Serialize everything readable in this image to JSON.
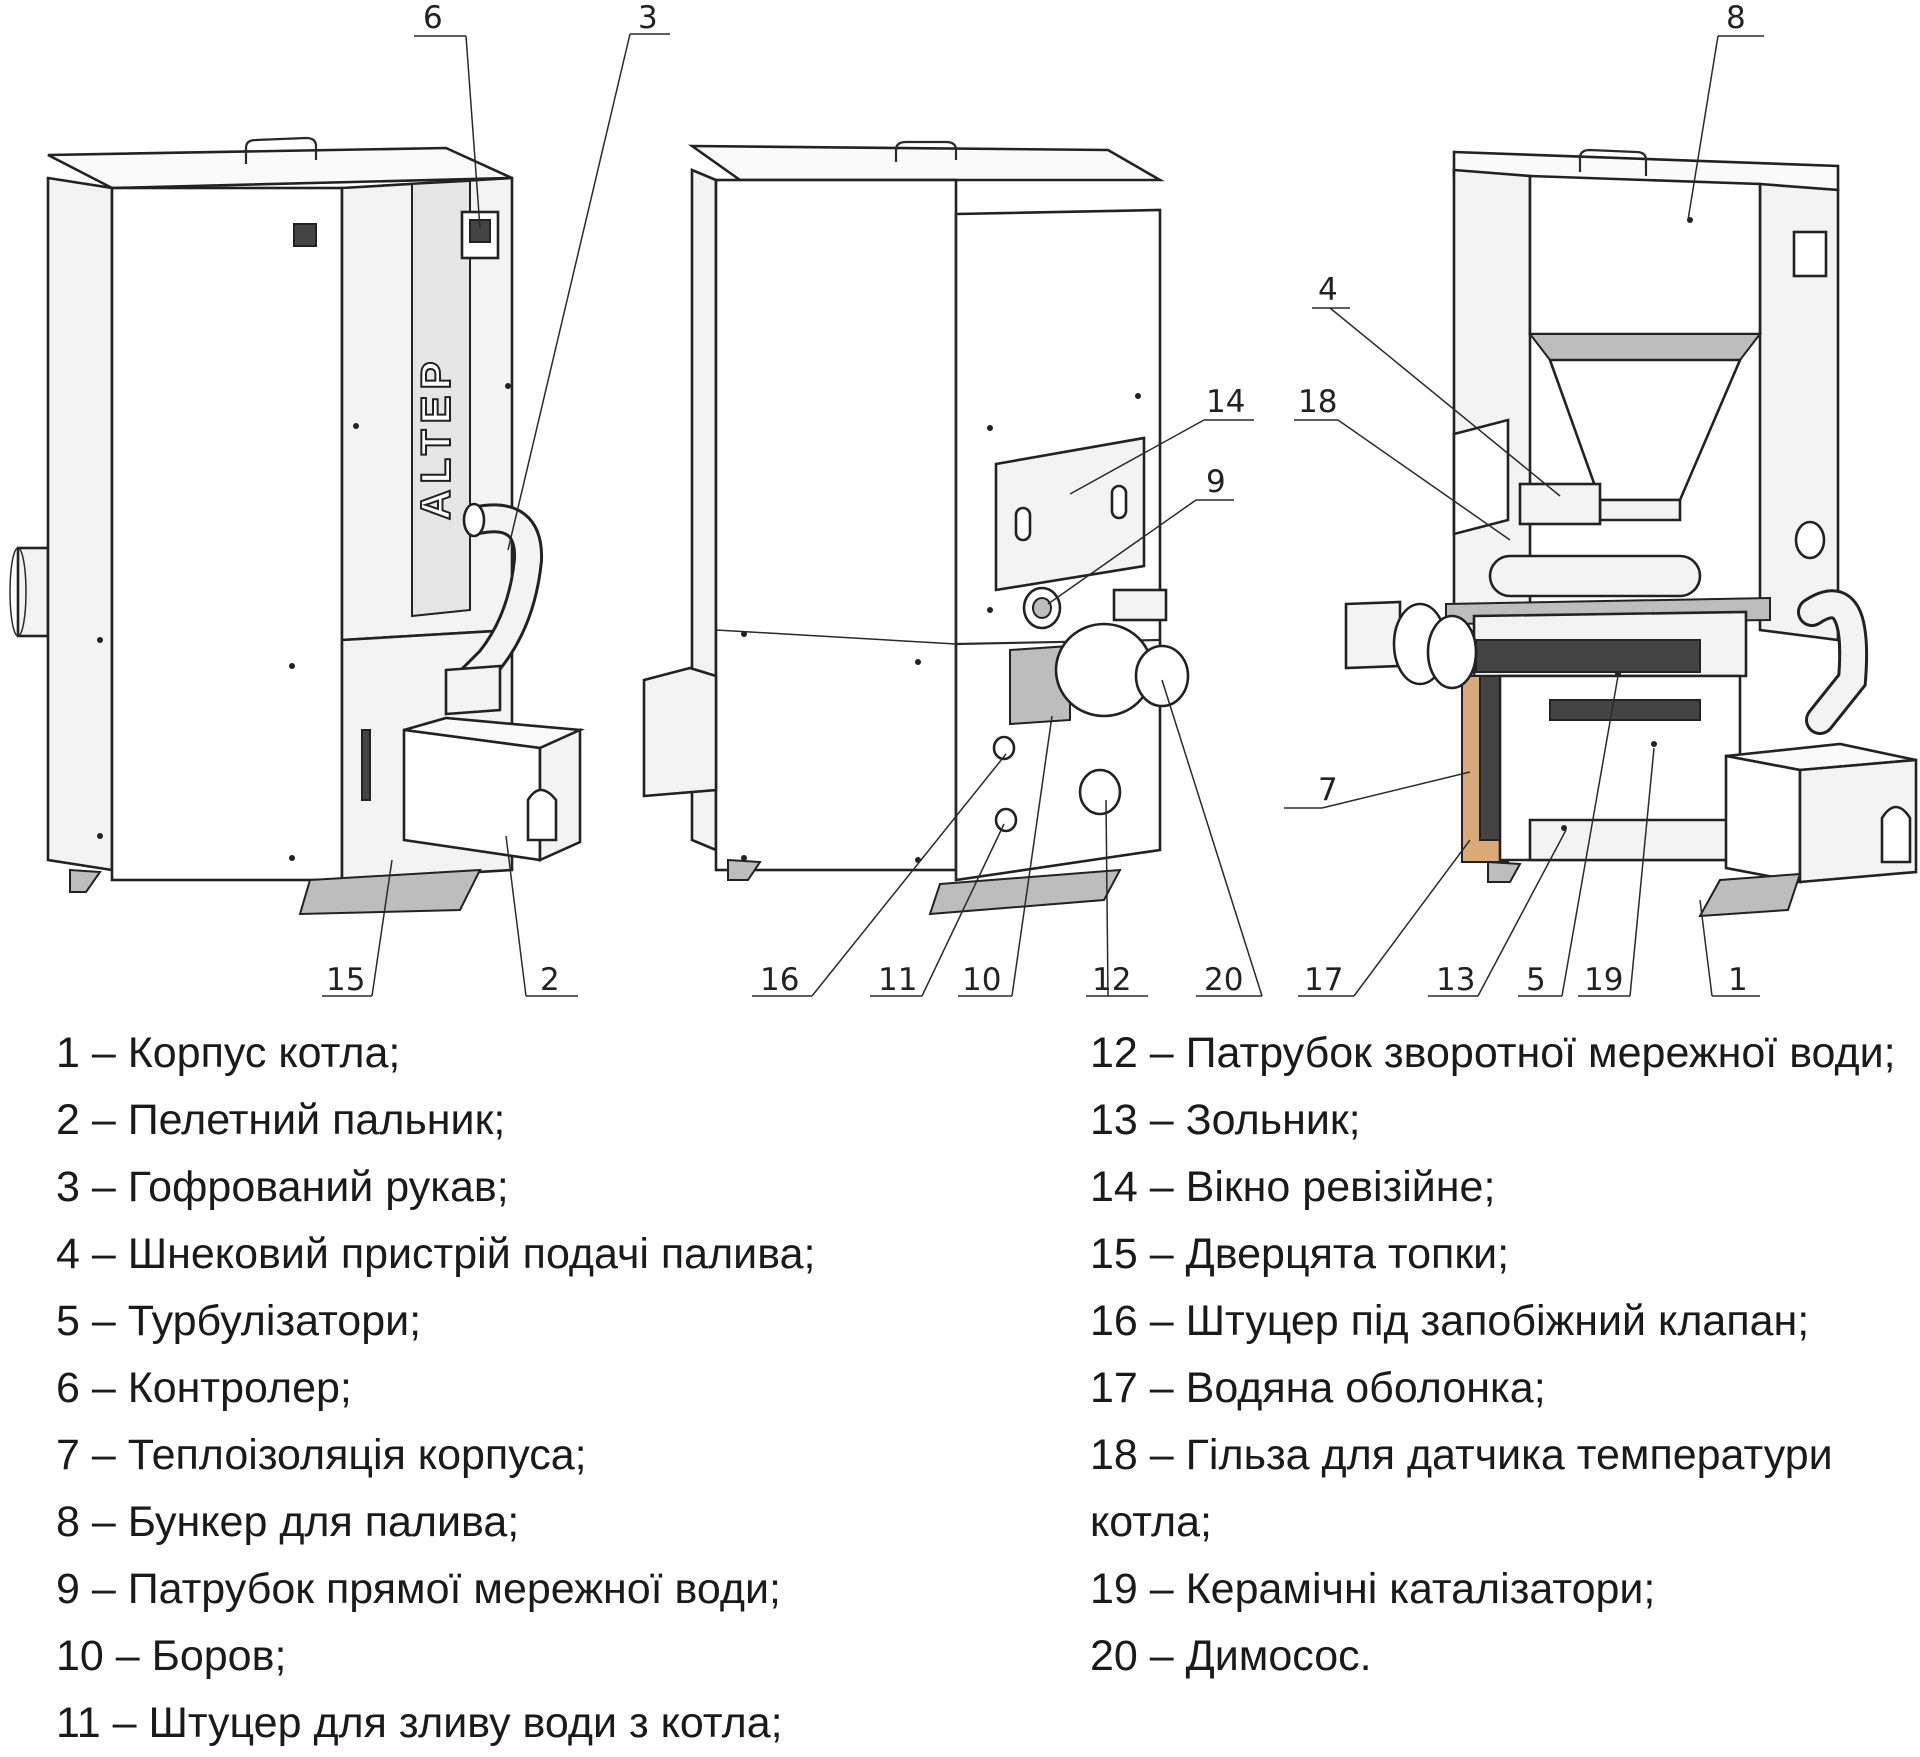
{
  "brand_text": "ALTEP",
  "callouts": {
    "c1": "1",
    "c2": "2",
    "c3": "3",
    "c4": "4",
    "c5": "5",
    "c6": "6",
    "c7": "7",
    "c8": "8",
    "c9": "9",
    "c10": "10",
    "c11": "11",
    "c12": "12",
    "c13": "13",
    "c14": "14",
    "c15": "15",
    "c16": "16",
    "c17": "17",
    "c18": "18",
    "c19": "19",
    "c20": "20"
  },
  "legend": {
    "left": [
      "1 – Корпус котла;",
      "2 – Пелетний пальник;",
      "3 – Гофрований рукав;",
      "4 – Шнековий пристрій подачі палива;",
      "5 – Турбулізатори;",
      "6 – Контролер;",
      "7 – Теплоізоляція корпуса;",
      "8 – Бункер для палива;",
      "9 – Патрубок прямої мережної води;",
      "10 – Боров;",
      "11 – Штуцер для зливу води з котла;"
    ],
    "right": [
      "12 – Патрубок зворотної мережної води;",
      "13 – Зольник;",
      "14 – Вікно ревізійне;",
      "15 – Дверцята топки;",
      "16 – Штуцер під запобіжний клапан;",
      "17 – Водяна оболонка;",
      "18 – Гільза для датчика температури котла;",
      "19 – Керамічні каталізатори;",
      "20 – Димосос."
    ]
  }
}
